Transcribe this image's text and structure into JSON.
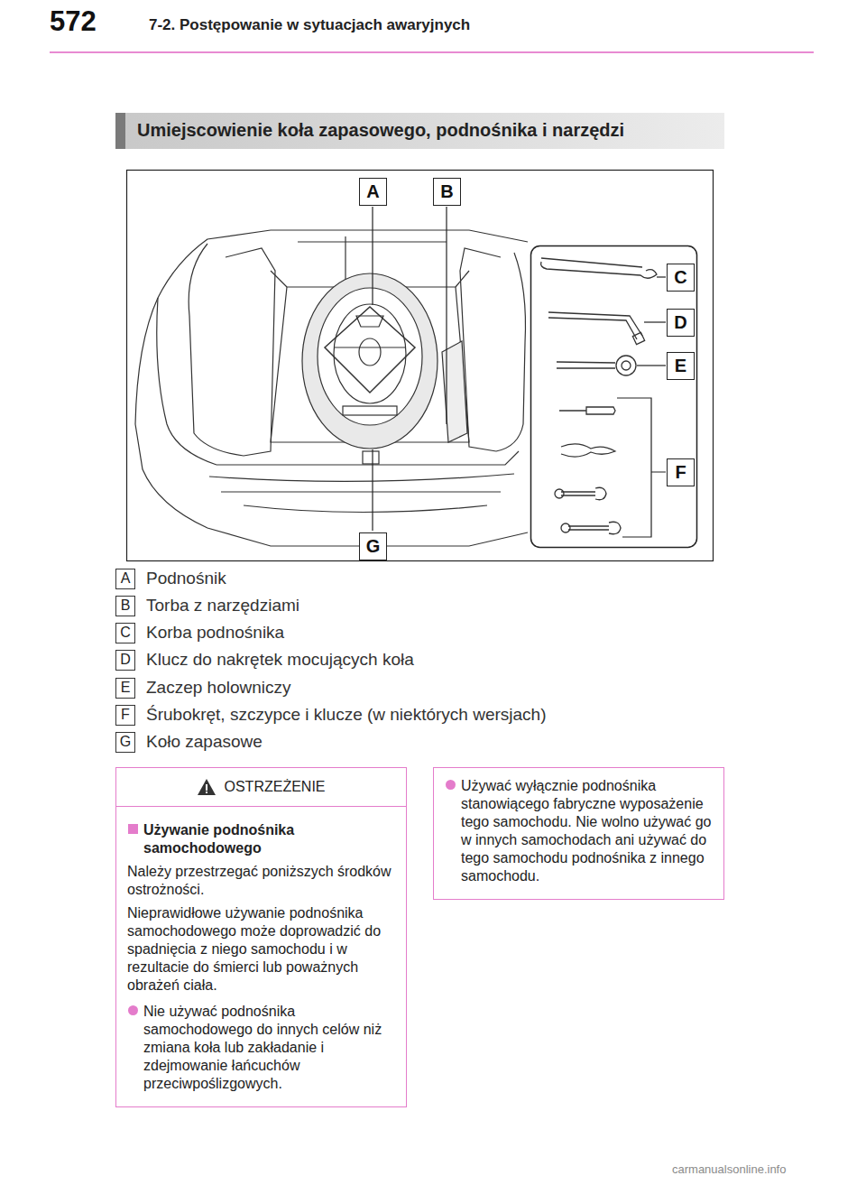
{
  "diagram": {
    "title": "Umiejscowienie koła zapasowego, podnośnika i narzędzi",
    "nodes": [
      {
        "text": [
          "A"
        ]
      },
      {
        "text": [
          "B"
        ]
      },
      {
        "text": [
          "C"
        ]
      },
      {
        "text": [
          "D"
        ]
      },
      {
        "text": [
          "E"
        ]
      },
      {
        "text": [
          "F"
        ]
      },
      {
        "text": [
          "G"
        ]
      },
      {
        "text": [
          "A",
          "Podnośnik"
        ]
      },
      {
        "text": [
          "B",
          "Torba z narzędziami"
        ]
      },
      {
        "text": [
          "C",
          "Korba podnośnika"
        ]
      },
      {
        "text": [
          "D",
          "Klucz do nakrętek mocujących koła"
        ]
      },
      {
        "text": [
          "E",
          "Zaczep holowniczy"
        ]
      },
      {
        "text": [
          "F",
          "Śrubokręt, szczypce i klucze (w niektórych wersjach)"
        ]
      },
      {
        "text": [
          "G",
          "Koło zapasowe"
        ]
      },
      {
        "text": [
          "OSTRZEŻENIE",
          "Używanie podnośnika samochodowego",
          "Należy przestrzegać poniższych środków ostrożności.",
          "Nieprawidłowe używanie podnośnika samochodowego może doprowadzić do spadnięcia z niego samochodu i w rezultacie do śmierci lub poważnych obrażeń ciała.",
          "Nie używać podnośnika samochodowego do innych celów niż zmiana koła lub zakładanie i zdejmowanie łańcuchów przeciwpoślizgowych."
        ]
      },
      {
        "text": [
          "Używać wyłącznie podnośnika stanowiącego fabryczne wyposażenie tego samochodu. Nie wolno używać go w innych samochodach ani używać do tego samochodu podnośnika z innego samochodu."
        ]
      }
    ],
    "labels": [
      "572",
      "7-2. Postępowanie w sytuacjach awaryjnych",
      "carmanualsonline.info"
    ]
  }
}
